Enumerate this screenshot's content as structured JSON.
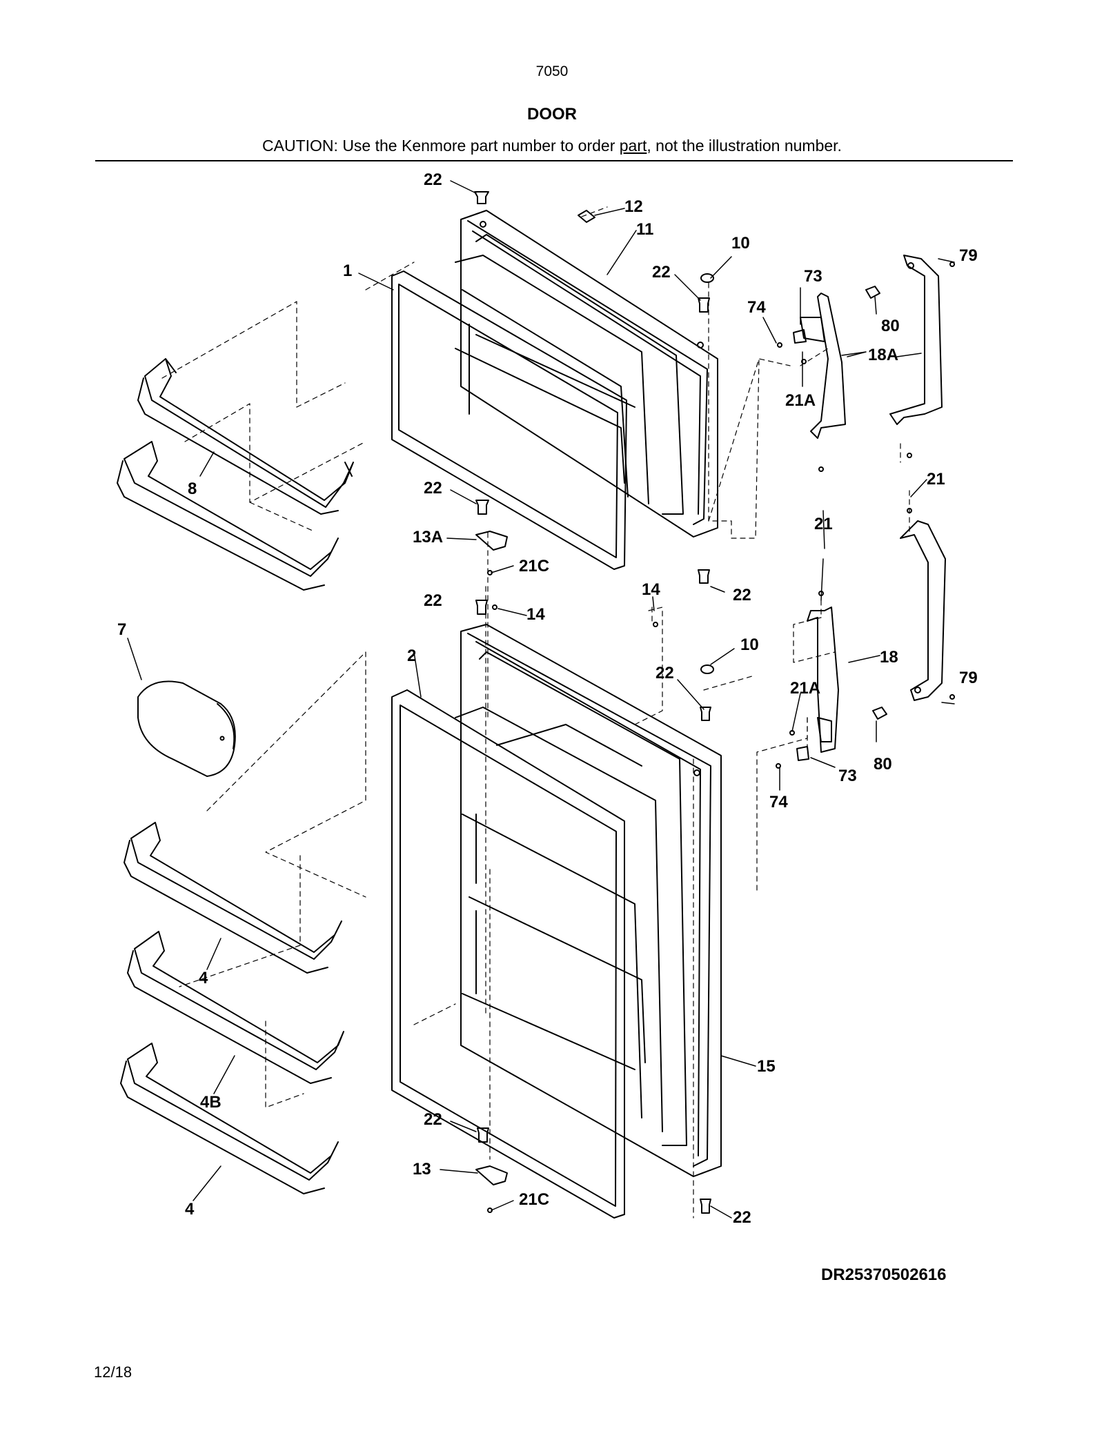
{
  "header": {
    "model_code": "7050",
    "title": "DOOR",
    "caution_prefix": "CAUTION: Use the Kenmore part number to order ",
    "caution_underlined": "part",
    "caution_suffix": ", not the illustration number."
  },
  "footer": {
    "drawing_id": "DR25370502616",
    "date": "12/18"
  },
  "callouts": {
    "c22_top": "22",
    "c12": "12",
    "c11": "11",
    "c10_top": "10",
    "c22_hinge": "22",
    "c73_top": "73",
    "c74_top": "74",
    "c79_top": "79",
    "c80_top": "80",
    "c18A": "18A",
    "c21A_top": "21A",
    "c1": "1",
    "c8": "8",
    "c22_mid": "22",
    "c13A": "13A",
    "c21C_top": "21C",
    "c21_r1": "21",
    "c21_r2": "21",
    "c22_mid_right": "22",
    "c14_a": "14",
    "c14_b": "14",
    "c22_lower_top": "22",
    "c10_low": "10",
    "c22_low_hinge": "22",
    "c7": "7",
    "c2": "2",
    "c18": "18",
    "c21A_low": "21A",
    "c79_low": "79",
    "c80_low": "80",
    "c73_low": "73",
    "c74_low": "74",
    "c4_a": "4",
    "c4B": "4B",
    "c4_b": "4",
    "c15": "15",
    "c22_bottom": "22",
    "c13": "13",
    "c21C_low": "21C",
    "c22_bottom_right": "22"
  },
  "colors": {
    "line": "#000000",
    "background": "#ffffff"
  }
}
